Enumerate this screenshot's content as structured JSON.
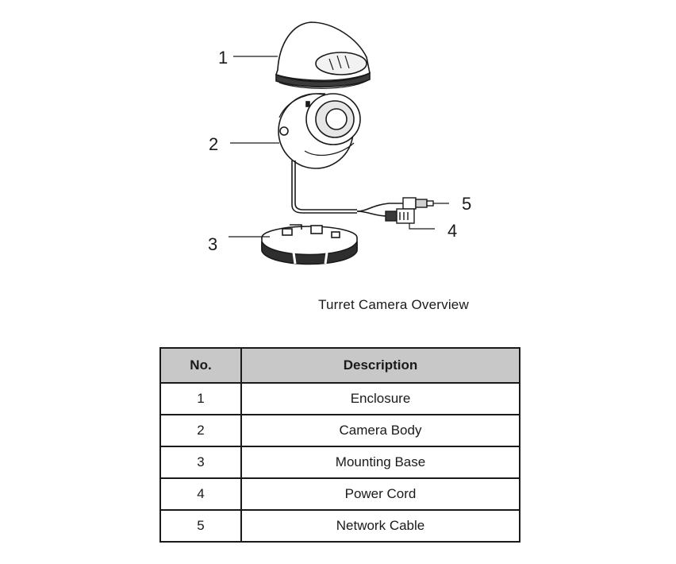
{
  "figure": {
    "callouts": [
      "1",
      "2",
      "3",
      "4",
      "5"
    ],
    "caption": "Turret Camera Overview"
  },
  "table": {
    "headers": [
      "No.",
      "Description"
    ],
    "rows": [
      [
        "1",
        "Enclosure"
      ],
      [
        "2",
        "Camera Body"
      ],
      [
        "3",
        "Mounting Base"
      ],
      [
        "4",
        "Power Cord"
      ],
      [
        "5",
        "Network Cable"
      ]
    ]
  }
}
